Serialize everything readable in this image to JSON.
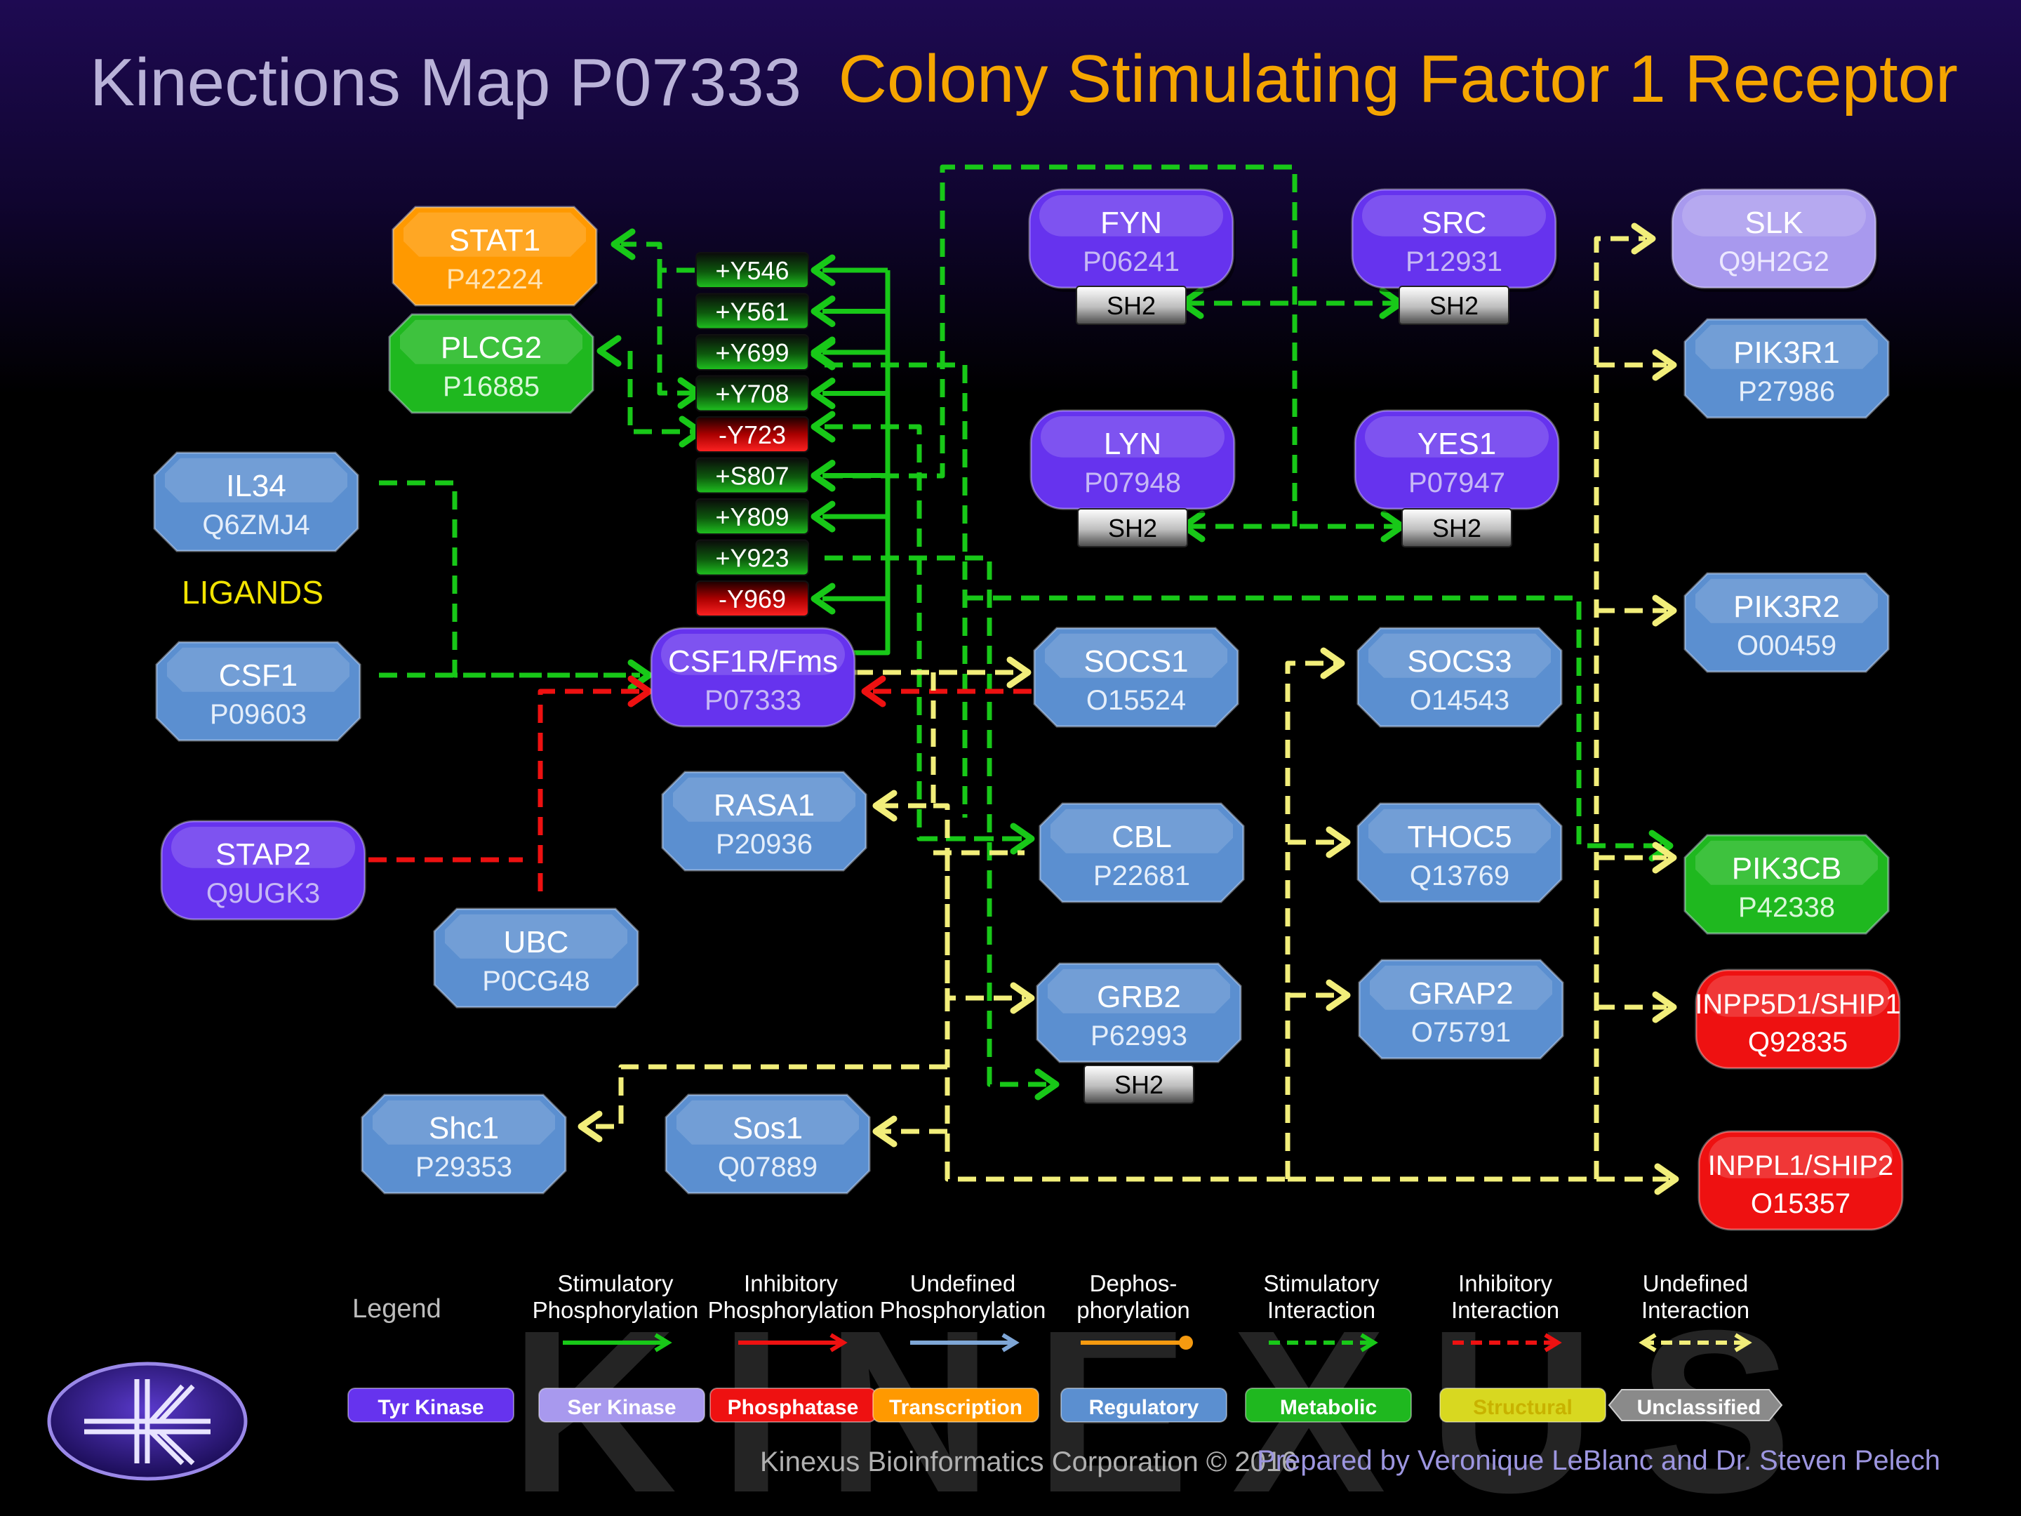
{
  "header": {
    "title": "Kinections Map P07333",
    "subtitle": "Colony Stimulating Factor 1 Receptor"
  },
  "ligands_label": "LIGANDS",
  "colors": {
    "tyr_kinase": "#6633ee",
    "ser_kinase": "#a899ee",
    "phosphatase": "#ee1111",
    "transcription": "#ff9900",
    "regulatory": "#5b8fd0",
    "metabolic": "#1fb81f",
    "structural": "#d8d820",
    "unclassified": "#aaaaaa",
    "stim": "#18c818",
    "inhib": "#ee1111",
    "undef": "#f2ee7a",
    "title_gray": "#b9b2d8",
    "title_orange": "#f5a500"
  },
  "nodes": [
    {
      "id": "STAT1",
      "label": "STAT1",
      "acc": "P42224",
      "type": "transcription"
    },
    {
      "id": "PLCG2",
      "label": "PLCG2",
      "acc": "P16885",
      "type": "metabolic"
    },
    {
      "id": "IL34",
      "label": "IL34",
      "acc": "Q6ZMJ4",
      "type": "regulatory"
    },
    {
      "id": "CSF1",
      "label": "CSF1",
      "acc": "P09603",
      "type": "regulatory"
    },
    {
      "id": "STAP2",
      "label": "STAP2",
      "acc": "Q9UGK3",
      "type": "tyr_kinase"
    },
    {
      "id": "UBC",
      "label": "UBC",
      "acc": "P0CG48",
      "type": "regulatory"
    },
    {
      "id": "CSF1R",
      "label": "CSF1R/Fms",
      "acc": "P07333",
      "type": "tyr_kinase"
    },
    {
      "id": "RASA1",
      "label": "RASA1",
      "acc": "P20936",
      "type": "regulatory"
    },
    {
      "id": "Shc1",
      "label": "Shc1",
      "acc": "P29353",
      "type": "regulatory"
    },
    {
      "id": "Sos1",
      "label": "Sos1",
      "acc": "Q07889",
      "type": "regulatory"
    },
    {
      "id": "FYN",
      "label": "FYN",
      "acc": "P06241",
      "type": "tyr_kinase"
    },
    {
      "id": "SRC",
      "label": "SRC",
      "acc": "P12931",
      "type": "tyr_kinase"
    },
    {
      "id": "LYN",
      "label": "LYN",
      "acc": "P07948",
      "type": "tyr_kinase"
    },
    {
      "id": "YES1",
      "label": "YES1",
      "acc": "P07947",
      "type": "tyr_kinase"
    },
    {
      "id": "SOCS1",
      "label": "SOCS1",
      "acc": "O15524",
      "type": "regulatory"
    },
    {
      "id": "SOCS3",
      "label": "SOCS3",
      "acc": "O14543",
      "type": "regulatory"
    },
    {
      "id": "CBL",
      "label": "CBL",
      "acc": "P22681",
      "type": "regulatory"
    },
    {
      "id": "THOC5",
      "label": "THOC5",
      "acc": "Q13769",
      "type": "regulatory"
    },
    {
      "id": "GRB2",
      "label": "GRB2",
      "acc": "P62993",
      "type": "regulatory"
    },
    {
      "id": "GRAP2",
      "label": "GRAP2",
      "acc": "O75791",
      "type": "regulatory"
    },
    {
      "id": "SLK",
      "label": "SLK",
      "acc": "Q9H2G2",
      "type": "ser_kinase"
    },
    {
      "id": "PIK3R1",
      "label": "PIK3R1",
      "acc": "P27986",
      "type": "regulatory"
    },
    {
      "id": "PIK3R2",
      "label": "PIK3R2",
      "acc": "O00459",
      "type": "regulatory"
    },
    {
      "id": "PIK3CB",
      "label": "PIK3CB",
      "acc": "P42338",
      "type": "metabolic"
    },
    {
      "id": "INPP5D1",
      "label": "INPP5D1/SHIP1",
      "acc": "Q92835",
      "type": "phosphatase"
    },
    {
      "id": "INPPL1",
      "label": "INPPL1/SHIP2",
      "acc": "O15357",
      "type": "phosphatase"
    }
  ],
  "sites": [
    {
      "label": "+Y546",
      "kind": "stim"
    },
    {
      "label": "+Y561",
      "kind": "stim"
    },
    {
      "label": "+Y699",
      "kind": "stim"
    },
    {
      "label": "+Y708",
      "kind": "stim"
    },
    {
      "label": "-Y723",
      "kind": "inhib"
    },
    {
      "label": "+S807",
      "kind": "stim"
    },
    {
      "label": "+Y809",
      "kind": "stim"
    },
    {
      "label": "+Y923",
      "kind": "stim"
    },
    {
      "label": "-Y969",
      "kind": "inhib"
    }
  ],
  "sh2_label": "SH2",
  "legend": {
    "title": "Legend",
    "lines": [
      {
        "l1": "Stimulatory",
        "l2": "Phosphorylation",
        "style": "solid",
        "color": "#18c818",
        "head": "arrow"
      },
      {
        "l1": "Inhibitory",
        "l2": "Phosphorylation",
        "style": "solid",
        "color": "#ee1111",
        "head": "arrow"
      },
      {
        "l1": "Undefined",
        "l2": "Phosphorylation",
        "style": "solid",
        "color": "#7ea6d6",
        "head": "arrow"
      },
      {
        "l1": "Dephos-",
        "l2": "phorylation",
        "style": "solid",
        "color": "#f59a10",
        "head": "dot"
      },
      {
        "l1": "Stimulatory",
        "l2": "Interaction",
        "style": "dashed",
        "color": "#18c818",
        "head": "arrow"
      },
      {
        "l1": "Inhibitory",
        "l2": "Interaction",
        "style": "dashed",
        "color": "#ee1111",
        "head": "arrow"
      },
      {
        "l1": "Undefined",
        "l2": "Interaction",
        "style": "dashed",
        "color": "#f2ee7a",
        "head": "both"
      }
    ],
    "types": [
      {
        "label": "Tyr Kinase",
        "type": "tyr_kinase"
      },
      {
        "label": "Ser Kinase",
        "type": "ser_kinase"
      },
      {
        "label": "Phosphatase",
        "type": "phosphatase"
      },
      {
        "label": "Transcription",
        "type": "transcription"
      },
      {
        "label": "Regulatory",
        "type": "regulatory"
      },
      {
        "label": "Metabolic",
        "type": "metabolic"
      },
      {
        "label": "Structural",
        "type": "structural"
      },
      {
        "label": "Unclassified",
        "type": "unclassified"
      }
    ]
  },
  "watermark": "KINEXUS",
  "footer": {
    "copyright": "Kinexus Bioinformatics Corporation © 2016",
    "credits": "Prepared by Veronique LeBlanc and Dr. Steven Pelech"
  }
}
